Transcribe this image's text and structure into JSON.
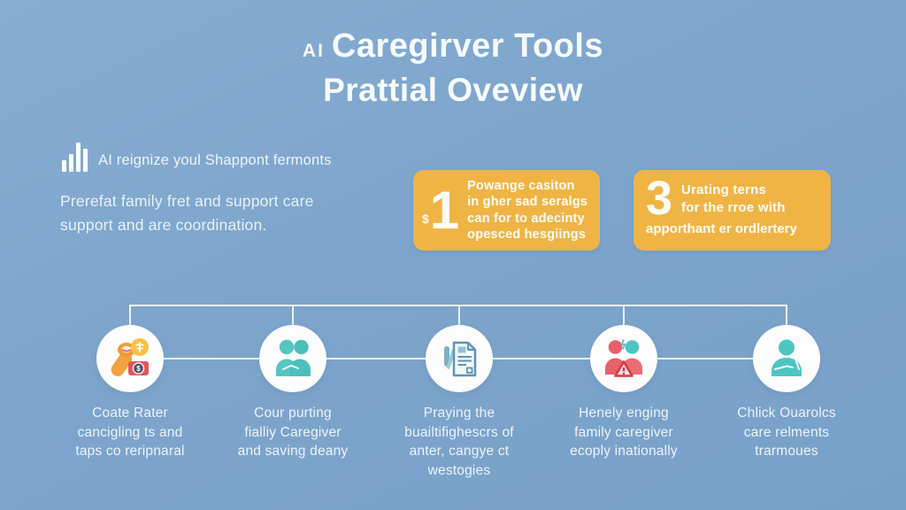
{
  "colors": {
    "background": "#7da5cc",
    "card_orange": "#f0b445",
    "text_white": "#f4f8fb",
    "teal_icon": "#4ec5c0",
    "red_icon": "#e8606a",
    "doc_blue": "#5e93b8",
    "line_white": "#f3f7fa"
  },
  "header": {
    "prefix": "AI",
    "title_line1": "Caregirver Tools",
    "title_line2": "Prattial Oveview"
  },
  "feature": {
    "icon": "bar-chart-icon",
    "label": "AI reignize youl Shappont fermonts",
    "description_line1": "Prerefat family fret and support care",
    "description_line2": "support and are coordination."
  },
  "cards": [
    {
      "number_prefix": "$",
      "number": "1",
      "lines": [
        "Powange casiton",
        "in gher sad seralgs",
        "can for to adecinty",
        "opesced hesgiings"
      ]
    },
    {
      "number": "3",
      "lines": [
        "Urating terns",
        "for the rroe with"
      ],
      "full_line": "apporthant er ordlertery"
    }
  ],
  "timeline": {
    "steps": [
      {
        "icon": "megaphone-money-icon",
        "caption_lines": [
          "Coate Rater",
          "cancigling ts and",
          "taps co reripnaral"
        ]
      },
      {
        "icon": "two-people-icon",
        "caption_lines": [
          "Cour purting",
          "fialliy Caregiver",
          "and saving deany"
        ]
      },
      {
        "icon": "document-icon",
        "caption_lines": [
          "Praying the",
          "buailtifighescrs of",
          "anter, cangye ct",
          "westogies"
        ]
      },
      {
        "icon": "people-alert-icon",
        "caption_lines": [
          "Henely enging",
          "family caregiver",
          "ecoply inationally"
        ]
      },
      {
        "icon": "person-icon",
        "caption_lines": [
          "Chlick Ouarolcs",
          "care relments",
          "trarmoues"
        ]
      }
    ]
  }
}
